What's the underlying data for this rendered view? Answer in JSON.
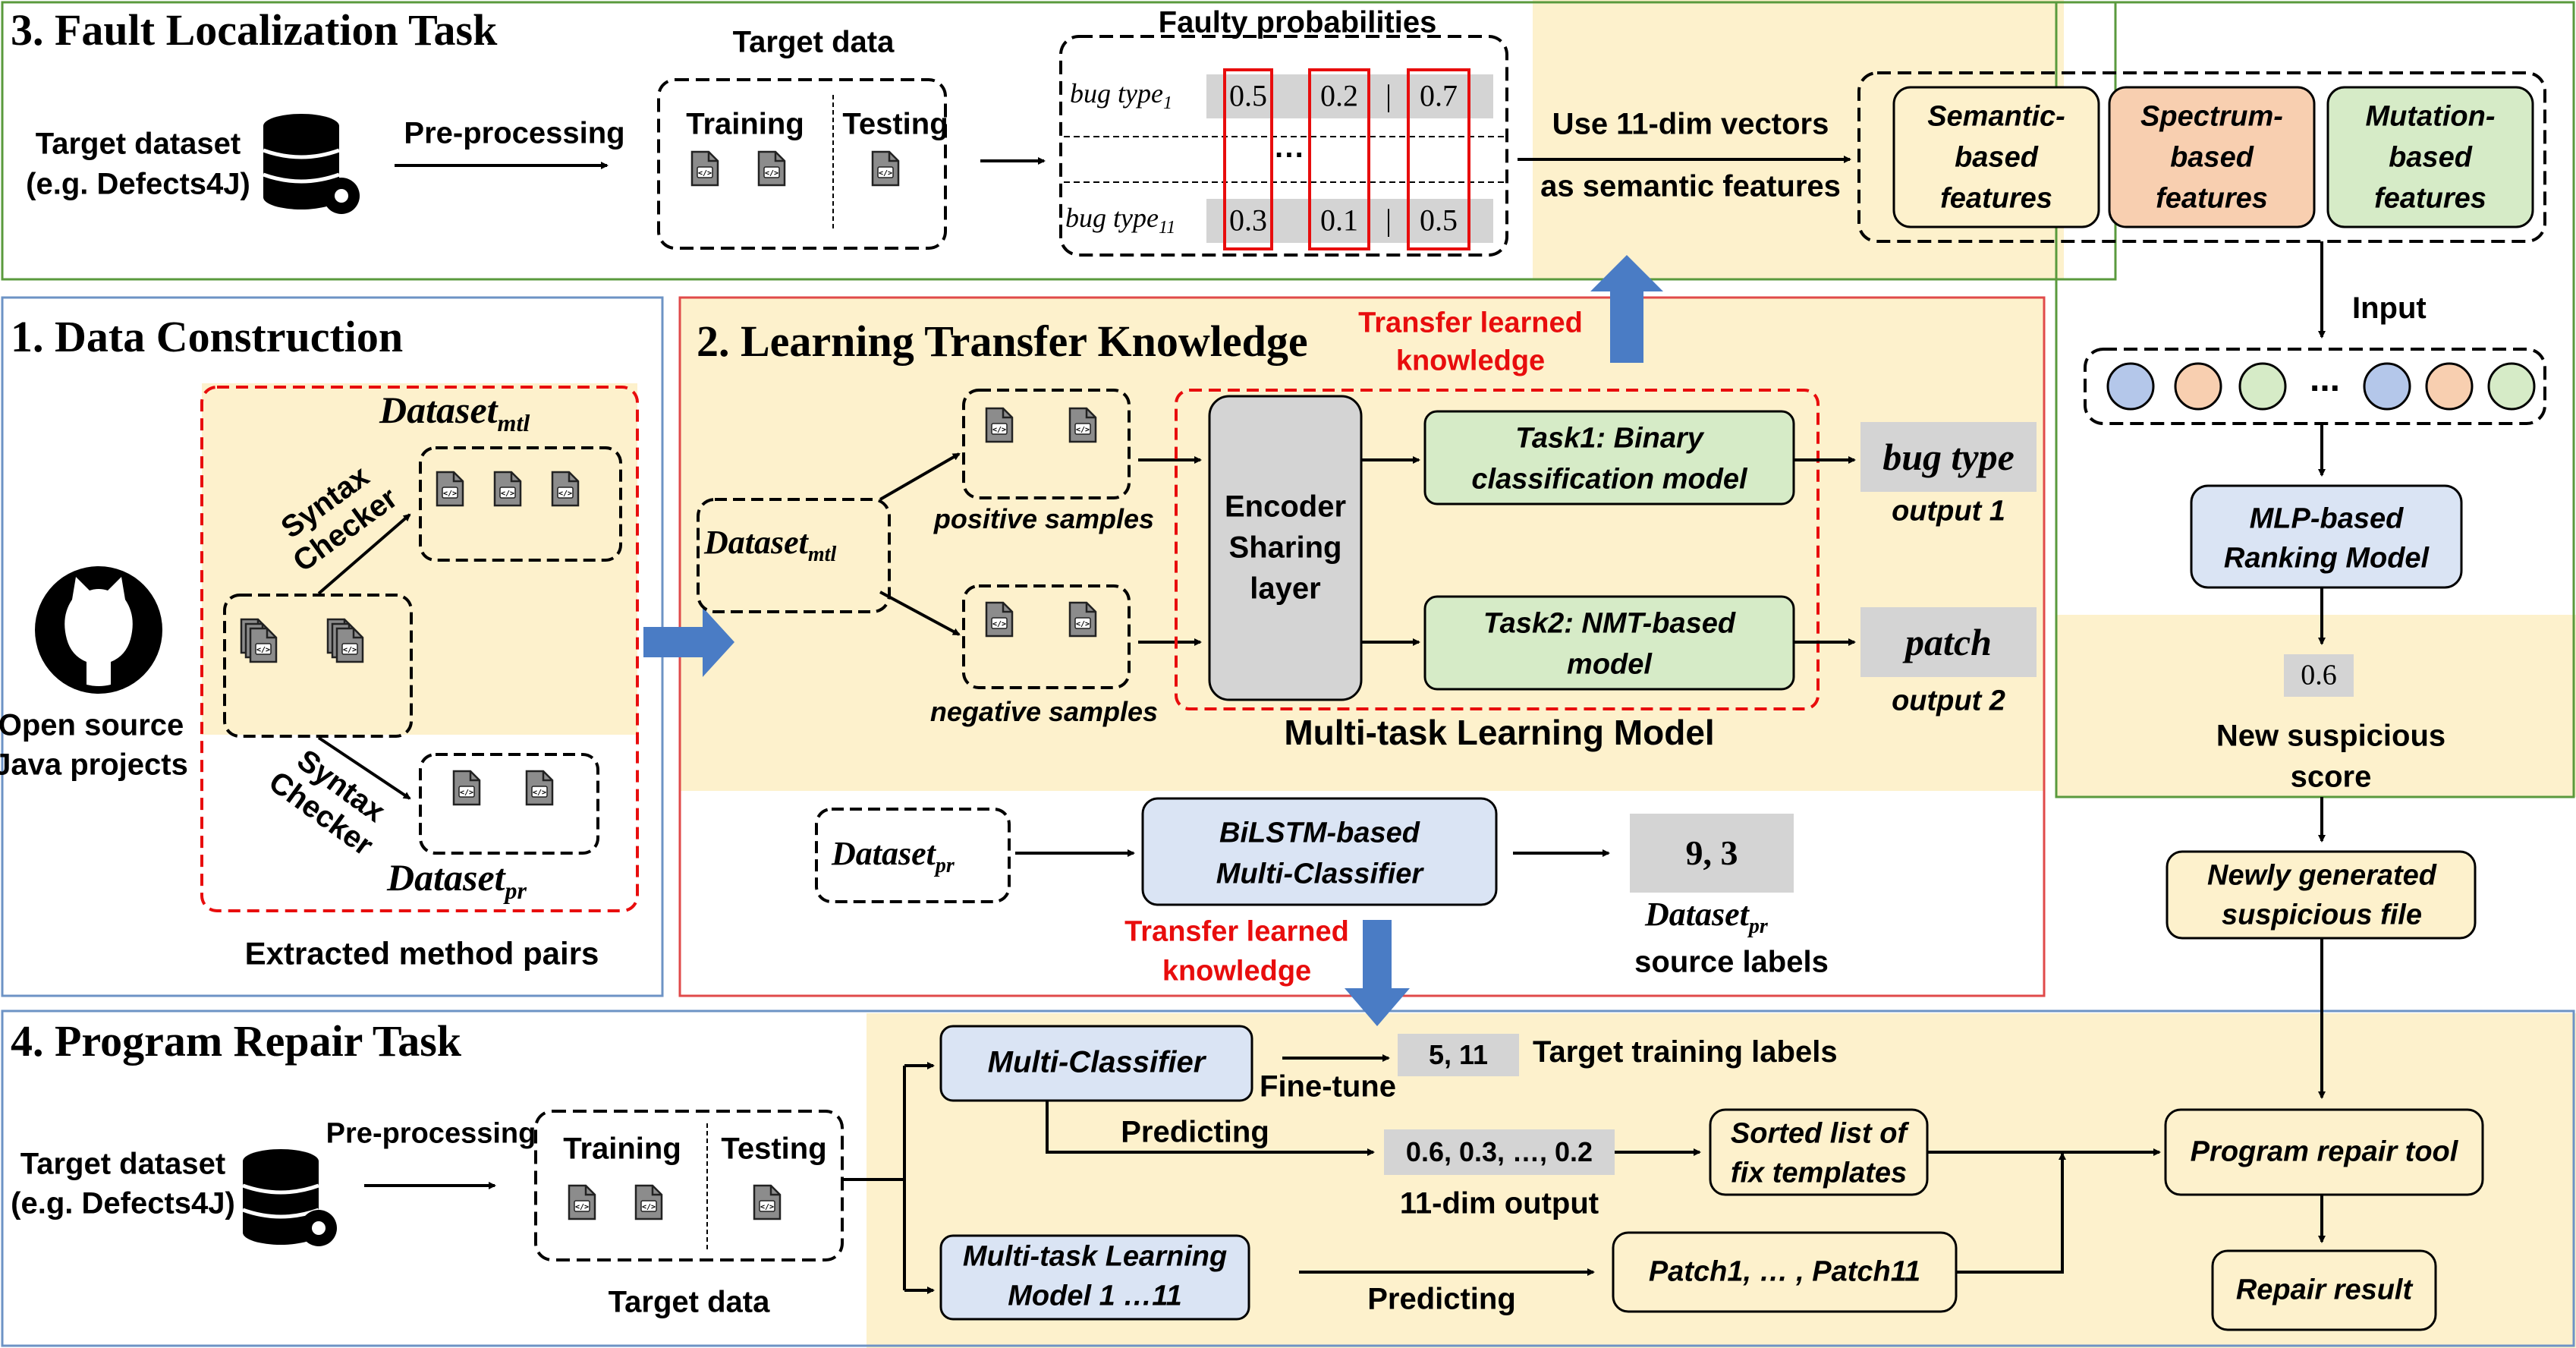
{
  "sections": {
    "data_construction": "1. Data Construction",
    "learning_transfer": "2. Learning Transfer Knowledge",
    "fault_localization": "3. Fault Localization Task",
    "program_repair": "4. Program Repair Task"
  },
  "fault_localization": {
    "target_dataset": [
      "Target dataset",
      "(e.g. Defects4J)"
    ],
    "preprocessing": "Pre-processing",
    "target_data": "Target data",
    "training": "Training",
    "testing": "Testing",
    "faulty_probabilities": "Faulty probabilities",
    "bug_type_prefix": "bug type",
    "bug_type_1_sub": "1",
    "bug_type_11_sub": "11",
    "row1": [
      "0.5",
      "0.2",
      "|",
      "0.7"
    ],
    "row11": [
      "0.3",
      "0.1",
      "|",
      "0.5"
    ],
    "ellipsis": "···",
    "vectors_label": [
      "Use 11-dim vectors",
      "as semantic features"
    ],
    "features": {
      "semantic": [
        "Semantic-",
        "based",
        "features"
      ],
      "spectrum": [
        "Spectrum-",
        "based",
        "features"
      ],
      "mutation": [
        "Mutation-",
        "based",
        "features"
      ]
    },
    "input": "Input",
    "dots": "...",
    "mlp": [
      "MLP-based",
      "Ranking Model"
    ],
    "score_value": "0.6",
    "new_score": [
      "New suspicious",
      "score"
    ],
    "newly_generated": [
      "Newly generated",
      "suspicious file"
    ]
  },
  "data_construction": {
    "dataset_mtl_base": "Dataset",
    "dataset_mtl_sub": "mtl",
    "dataset_pr_base": "Dataset",
    "dataset_pr_sub": "pr",
    "syntax_checker_1": [
      "Syntax",
      "Checker"
    ],
    "syntax_checker_2": [
      "Syntax",
      "Checker"
    ],
    "open_source": [
      "Open source",
      "Java projects"
    ],
    "extracted": "Extracted method pairs"
  },
  "learning": {
    "transfer_top": [
      "Transfer learned",
      "knowledge"
    ],
    "transfer_bottom": [
      "Transfer learned",
      "knowledge"
    ],
    "dataset_mtl_base": "Dataset",
    "dataset_mtl_sub": "mtl",
    "positive": "positive samples",
    "negative": "negative samples",
    "encoder": [
      "Encoder",
      "Sharing",
      "layer"
    ],
    "task1": [
      "Task1: Binary",
      "classification model"
    ],
    "task2": [
      "Task2: NMT-based",
      "model"
    ],
    "bug_type": "bug type",
    "output1": "output 1",
    "patch": "patch",
    "output2": "output 2",
    "mtl_model": "Multi-task Learning Model",
    "dataset_pr_base": "Dataset",
    "dataset_pr_sub": "pr",
    "bilstm": [
      "BiLSTM-based",
      "Multi-Classifier"
    ],
    "labels_value": "9, 3",
    "source_labels_base": "Dataset",
    "source_labels_sub": "pr",
    "source_labels": "source labels"
  },
  "program_repair": {
    "target_dataset": [
      "Target dataset",
      "(e.g. Defects4J)"
    ],
    "preprocessing": "Pre-processing",
    "training": "Training",
    "testing": "Testing",
    "target_data": "Target data",
    "multi_classifier": "Multi-Classifier",
    "fine_tune": "Fine-tune",
    "target_labels_value": "5, 11",
    "target_labels": "Target training labels",
    "predicting_1": "Predicting",
    "output_values": "0.6, 0.3, …, 0.2",
    "output_label": "11-dim output",
    "sorted_list": [
      "Sorted list of",
      "fix templates"
    ],
    "mtl_models": [
      "Multi-task Learning",
      "Model 1 …11"
    ],
    "predicting_2": "Predicting",
    "patches": "Patch1, … , Patch11",
    "repair_tool": "Program repair tool",
    "repair_result": "Repair result"
  },
  "colors": {
    "beige": "#fdf1cc",
    "green_box": "#d6ebc7",
    "orange_box": "#f8cfb0",
    "blue_box": "#dae4f4",
    "gray_box": "#d4d4d4",
    "arrow_blue": "#4a7cc5",
    "red": "#e80d0d",
    "border_green": "#5a9a3d",
    "border_blue": "#6d93c5",
    "border_red": "#e04a4a"
  }
}
